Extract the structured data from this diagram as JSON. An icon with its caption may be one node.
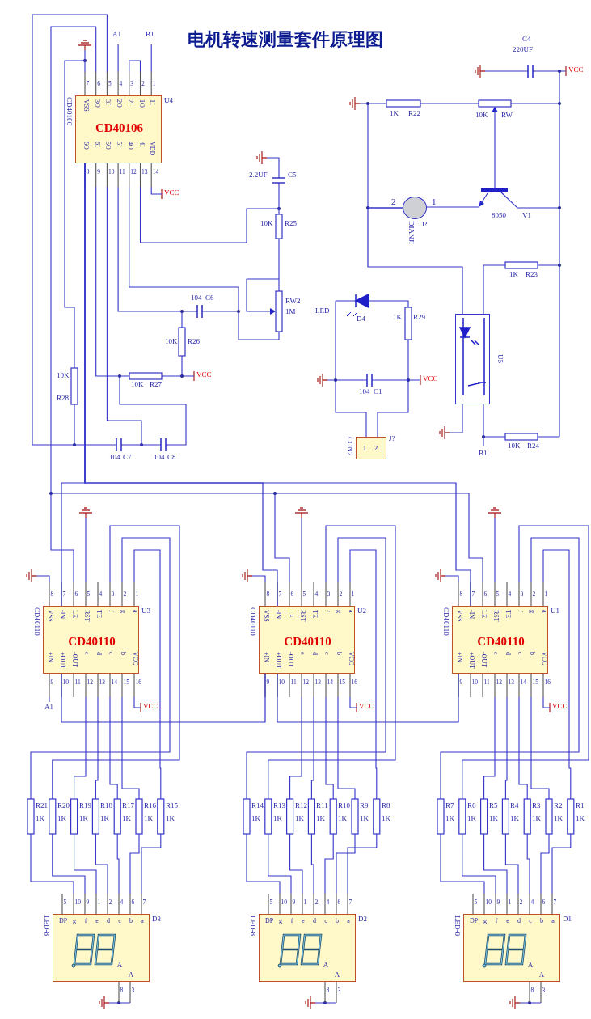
{
  "diagram": {
    "title": "电机转速测量套件原理图",
    "nodes": [
      {
        "text": [
          "CD40106",
          "VSS",
          "3O",
          "3I",
          "2O",
          "2I",
          "1O",
          "1I",
          "6O",
          "6I",
          "5O",
          "5I",
          "4O",
          "4I",
          "VDD"
        ],
        "beside": [
          "U4",
          "CD40106",
          "7",
          "6",
          "5",
          "4",
          "3",
          "2",
          "1",
          "8",
          "9",
          "10",
          "11",
          "12",
          "13",
          "14"
        ]
      },
      {
        "text": [],
        "shape": "circle",
        "beside": [
          "2",
          "1",
          "D?",
          "DIANJI"
        ]
      },
      {
        "text": [],
        "shape": "box",
        "beside": [
          "U5"
        ]
      },
      {
        "text": [
          "1",
          "2"
        ],
        "beside": [
          "J?",
          "CON2"
        ]
      },
      {
        "text": [
          "CD40110",
          "VSS",
          "-IN",
          "LE",
          "RST",
          "TE",
          "f",
          "g",
          "a",
          "+IN",
          "+OUT",
          "-OUT",
          "e",
          "d",
          "c",
          "b",
          "VCC"
        ],
        "beside": [
          "U3",
          "CD40110",
          "8",
          "7",
          "6",
          "5",
          "4",
          "3",
          "2",
          "1",
          "9",
          "10",
          "11",
          "12",
          "13",
          "14",
          "15",
          "16"
        ]
      },
      {
        "text": [
          "CD40110",
          "VSS",
          "-IN",
          "LE",
          "RST",
          "TE",
          "f",
          "g",
          "a",
          "+IN",
          "+OUT",
          "-OUT",
          "e",
          "d",
          "c",
          "b",
          "VCC"
        ],
        "beside": [
          "U2",
          "CD40110",
          "8",
          "7",
          "6",
          "5",
          "4",
          "3",
          "2",
          "1",
          "9",
          "10",
          "11",
          "12",
          "13",
          "14",
          "15",
          "16"
        ]
      },
      {
        "text": [
          "CD40110",
          "VSS",
          "-IN",
          "LE",
          "RST",
          "TE",
          "f",
          "g",
          "a",
          "+IN",
          "+OUT",
          "-OUT",
          "e",
          "d",
          "c",
          "b",
          "VCC"
        ],
        "beside": [
          "U1",
          "CD40110",
          "8",
          "7",
          "6",
          "5",
          "4",
          "3",
          "2",
          "1",
          "9",
          "10",
          "11",
          "12",
          "13",
          "14",
          "15",
          "16"
        ]
      },
      {
        "text": [
          "DP",
          "g",
          "f",
          "e",
          "d",
          "c",
          "b",
          "a",
          "A",
          "A"
        ],
        "beside": [
          "D3",
          "LED-8",
          "5",
          "10",
          "9",
          "1",
          "2",
          "4",
          "6",
          "7",
          "8",
          "3"
        ]
      },
      {
        "text": [
          "DP",
          "g",
          "f",
          "e",
          "d",
          "c",
          "b",
          "a",
          "A",
          "A"
        ],
        "beside": [
          "D2",
          "LED-8",
          "5",
          "10",
          "9",
          "1",
          "2",
          "4",
          "6",
          "7",
          "8",
          "3"
        ]
      },
      {
        "text": [
          "DP",
          "g",
          "f",
          "e",
          "d",
          "c",
          "b",
          "a",
          "A",
          "A"
        ],
        "beside": [
          "D1",
          "LED-8",
          "5",
          "10",
          "9",
          "1",
          "2",
          "4",
          "6",
          "7",
          "8",
          "3"
        ]
      }
    ],
    "edges": [
      {
        "from": 1,
        "to": 2,
        "arrow": "none"
      },
      {
        "from": 0,
        "to": 4,
        "arrow": "none"
      },
      {
        "from": 0,
        "to": 5,
        "arrow": "none"
      },
      {
        "from": 0,
        "to": 6,
        "arrow": "none"
      },
      {
        "from": 4,
        "to": 5,
        "arrow": "none"
      },
      {
        "from": 5,
        "to": 6,
        "arrow": "none"
      }
    ],
    "labels": [
      "A1",
      "B1",
      "C4",
      "220UF",
      "VCC",
      "R22",
      "1K",
      "10K",
      "RW",
      "C5",
      "2.2UF",
      "VCC",
      "V1",
      "8050",
      "R25",
      "10K",
      "R23",
      "1K",
      "C6",
      "104",
      "RW2",
      "1M",
      "LED",
      "D4",
      "1K",
      "R29",
      "R26",
      "10K",
      "R27",
      "10K",
      "VCC",
      "10K",
      "R28",
      "C1",
      "104",
      "VCC",
      "C7",
      "104",
      "C8",
      "104",
      "R24",
      "10K",
      "B1",
      "A1",
      "VCC",
      "VCC",
      "VCC",
      "R21",
      "1K",
      "R20",
      "1K",
      "R19",
      "1K",
      "R18",
      "1K",
      "R17",
      "1K",
      "R16",
      "1K",
      "R15",
      "1K",
      "R14",
      "1K",
      "R13",
      "1K",
      "R12",
      "1K",
      "R11",
      "1K",
      "R10",
      "1K",
      "R9",
      "1K",
      "R8",
      "1K",
      "R7",
      "1K",
      "R6",
      "1K",
      "R5",
      "1K",
      "R4",
      "1K",
      "R3",
      "1K",
      "R2",
      "1K",
      "R1",
      "1K"
    ]
  }
}
